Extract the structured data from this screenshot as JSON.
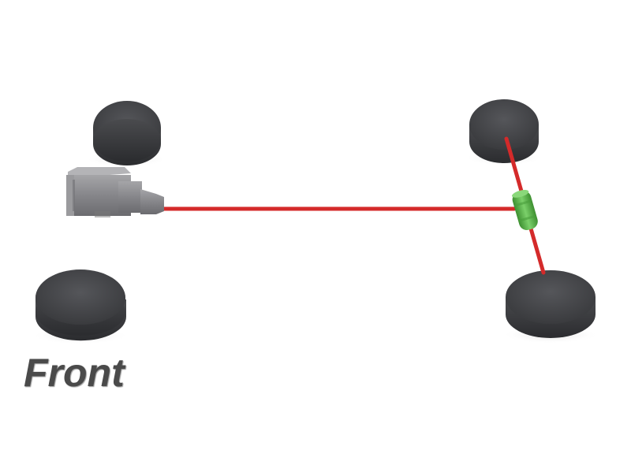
{
  "label": {
    "text": "Front"
  },
  "colors": {
    "shaft": "#d42a2a",
    "differential": "#5fb84a",
    "engine": "#7d7d80",
    "wheel": "#3a3b3e",
    "background": "#ffffff"
  },
  "components": [
    "engine-icon",
    "drive-shaft",
    "differential-icon",
    "rear-axle",
    "wheel-front-left",
    "wheel-front-right",
    "wheel-rear-left",
    "wheel-rear-right"
  ]
}
